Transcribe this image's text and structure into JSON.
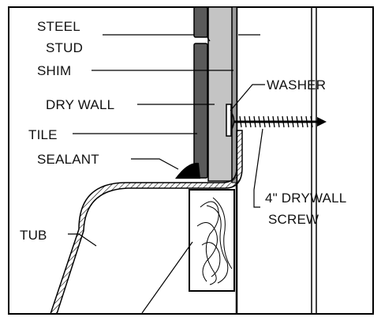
{
  "labels": {
    "steel_stud_line1": "STEEL",
    "steel_stud_line2": "STUD",
    "shim": "SHIM",
    "dry_wall": "DRY WALL",
    "tile": "TILE",
    "sealant": "SEALANT",
    "washer": "WASHER",
    "screw_line1": "4\" DRYWALL",
    "screw_line2": "SCREW",
    "tub": "TUB"
  }
}
